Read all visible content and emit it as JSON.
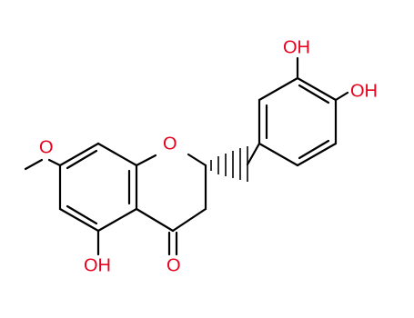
{
  "colors": {
    "bond": "#000000",
    "oxygen": "#e8001c",
    "background": "#ffffff"
  },
  "molecule": {
    "labels": {
      "o_ring": "O",
      "o_methoxy": "O",
      "carbonyl": "O",
      "oh_5": "OH",
      "oh_3p": "OH",
      "oh_4p": "OH"
    }
  }
}
